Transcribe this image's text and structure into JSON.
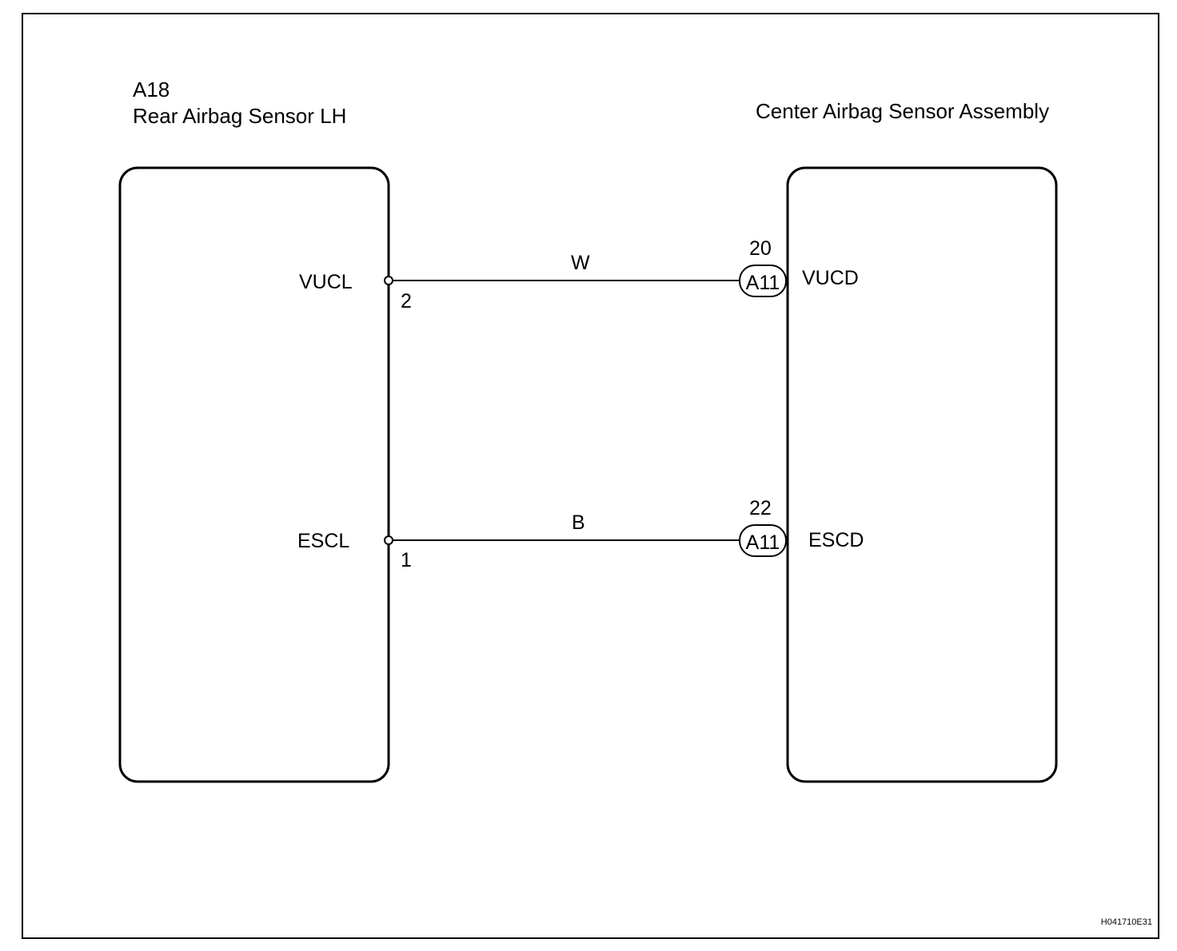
{
  "left_component": {
    "code": "A18",
    "name": "Rear Airbag Sensor LH",
    "terminals": [
      {
        "name": "VUCL",
        "pin": "2"
      },
      {
        "name": "ESCL",
        "pin": "1"
      }
    ]
  },
  "right_component": {
    "name": "Center Airbag Sensor Assembly",
    "terminals": [
      {
        "name": "VUCD",
        "pin": "20",
        "connector": "A11"
      },
      {
        "name": "ESCD",
        "pin": "22",
        "connector": "A11"
      }
    ]
  },
  "wires": [
    {
      "color": "W"
    },
    {
      "color": "B"
    }
  ],
  "figure_code": "H041710E31"
}
